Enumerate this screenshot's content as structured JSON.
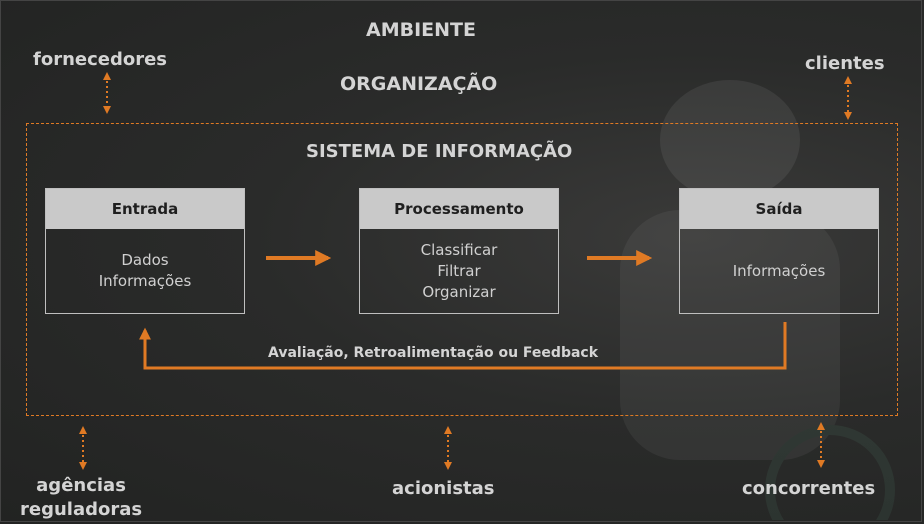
{
  "environment": {
    "title": "AMBIENTE",
    "organization": "ORGANIZAÇÃO",
    "suppliers": "fornecedores",
    "clients": "clientes",
    "regulators_line1": "agências",
    "regulators_line2": "reguladoras",
    "shareholders": "acionistas",
    "competitors": "concorrentes"
  },
  "system": {
    "title": "SISTEMA DE INFORMAÇÃO",
    "input": {
      "label": "Entrada",
      "items": [
        "Dados",
        "Informações"
      ]
    },
    "processing": {
      "label": "Processamento",
      "items": [
        "Classificar",
        "Filtrar",
        "Organizar"
      ]
    },
    "output": {
      "label": "Saída",
      "items": [
        "Informações"
      ]
    },
    "feedback": "Avaliação, Retroalimentação ou Feedback"
  },
  "colors": {
    "accent": "#e07a24",
    "box_header": "#c9c9c9",
    "background": "#2a2b2a"
  }
}
